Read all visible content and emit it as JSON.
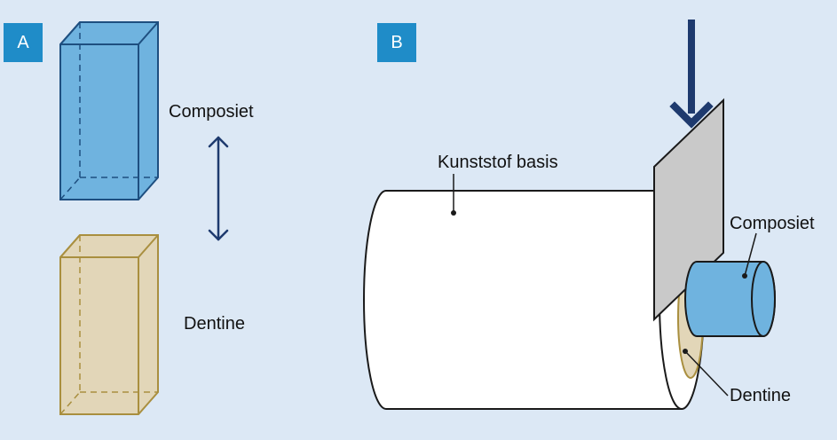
{
  "panels": {
    "a": {
      "badge": "A",
      "composite_label": "Composiet",
      "dentine_label": "Dentine"
    },
    "b": {
      "badge": "B",
      "base_label": "Kunststof basis",
      "composite_label": "Composiet",
      "dentine_label": "Dentine"
    }
  },
  "colors": {
    "background": "#dce8f5",
    "badge": "#1f8cc8",
    "composite": "#6fb3df",
    "dentine": "#e2d6b8",
    "dentine_stroke": "#a98f3f",
    "arrow": "#1e3a6e",
    "plate": "#c9c9c9"
  }
}
